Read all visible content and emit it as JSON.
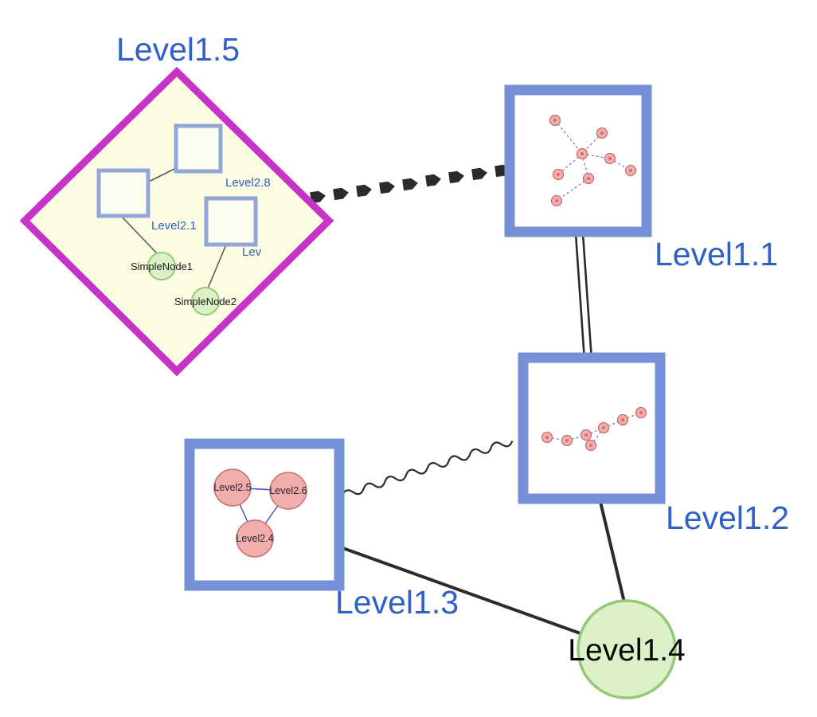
{
  "colors": {
    "label_blue": "#2E60C6",
    "node_border_blue": "#7590D6",
    "inner_square_border": "#92A7D8",
    "group_border_magenta": "#C633C6",
    "group_fill": "#FBFCE1",
    "inner_square_fill": "#FCFDEE",
    "green_fill": "#DCF1C8",
    "green_border": "#94C975",
    "pink_fill": "#F2AEAC",
    "pink_border": "#C4706E",
    "edge_black": "#2B2B2B",
    "inner_edge_blue": "#4048C8",
    "gray_edge": "#5A5A5A"
  },
  "nodes": {
    "level15": {
      "label": "Level1.5",
      "shape": "diamond-group",
      "border": "#C633C6",
      "fill": "#FBFCE1"
    },
    "level11": {
      "label": "Level1.1",
      "shape": "square-group",
      "border": "#7590D6",
      "fill": "#FFFFFF"
    },
    "level12": {
      "label": "Level1.2",
      "shape": "square-group",
      "border": "#7590D6",
      "fill": "#FFFFFF"
    },
    "level13": {
      "label": "Level1.3",
      "shape": "square-group",
      "border": "#7590D6",
      "fill": "#FFFFFF"
    },
    "level14": {
      "label": "Level1.4",
      "shape": "circle",
      "border": "#94C975",
      "fill": "#DCF1C8"
    }
  },
  "level15_children": {
    "level28": {
      "label": "Level2.8",
      "shape": "square"
    },
    "level21": {
      "label": "Level2.1",
      "shape": "square"
    },
    "level2x": {
      "label": "Lev",
      "shape": "square"
    },
    "simplenode1": {
      "label": "SimpleNode1",
      "shape": "circle"
    },
    "simplenode2": {
      "label": "SimpleNode2",
      "shape": "circle"
    }
  },
  "level13_children": {
    "level25": {
      "label": "Level2.5",
      "shape": "circle"
    },
    "level26": {
      "label": "Level2.6",
      "shape": "circle"
    },
    "level24": {
      "label": "Level2.4",
      "shape": "circle"
    }
  },
  "edges": [
    {
      "from": "Level1.5",
      "to": "Level1.1",
      "style": "thick-dashed-arrow"
    },
    {
      "from": "Level1.1",
      "to": "Level1.2",
      "style": "double-parallel-line"
    },
    {
      "from": "Level1.3",
      "to": "Level1.2",
      "style": "wavy"
    },
    {
      "from": "Level1.3",
      "to": "Level1.4",
      "style": "solid"
    },
    {
      "from": "Level1.2",
      "to": "Level1.4",
      "style": "solid"
    },
    {
      "from": "Level2.8",
      "to": "Level2.1",
      "style": "thin"
    },
    {
      "from": "Level2.1",
      "to": "SimpleNode1",
      "style": "thin"
    },
    {
      "from": "Lev",
      "to": "SimpleNode2",
      "style": "thin"
    },
    {
      "from": "Level2.5",
      "to": "Level2.6",
      "style": "thin-blue"
    },
    {
      "from": "Level2.5",
      "to": "Level2.4",
      "style": "thin-blue"
    },
    {
      "from": "Level2.6",
      "to": "Level2.4",
      "style": "thin-blue"
    }
  ]
}
